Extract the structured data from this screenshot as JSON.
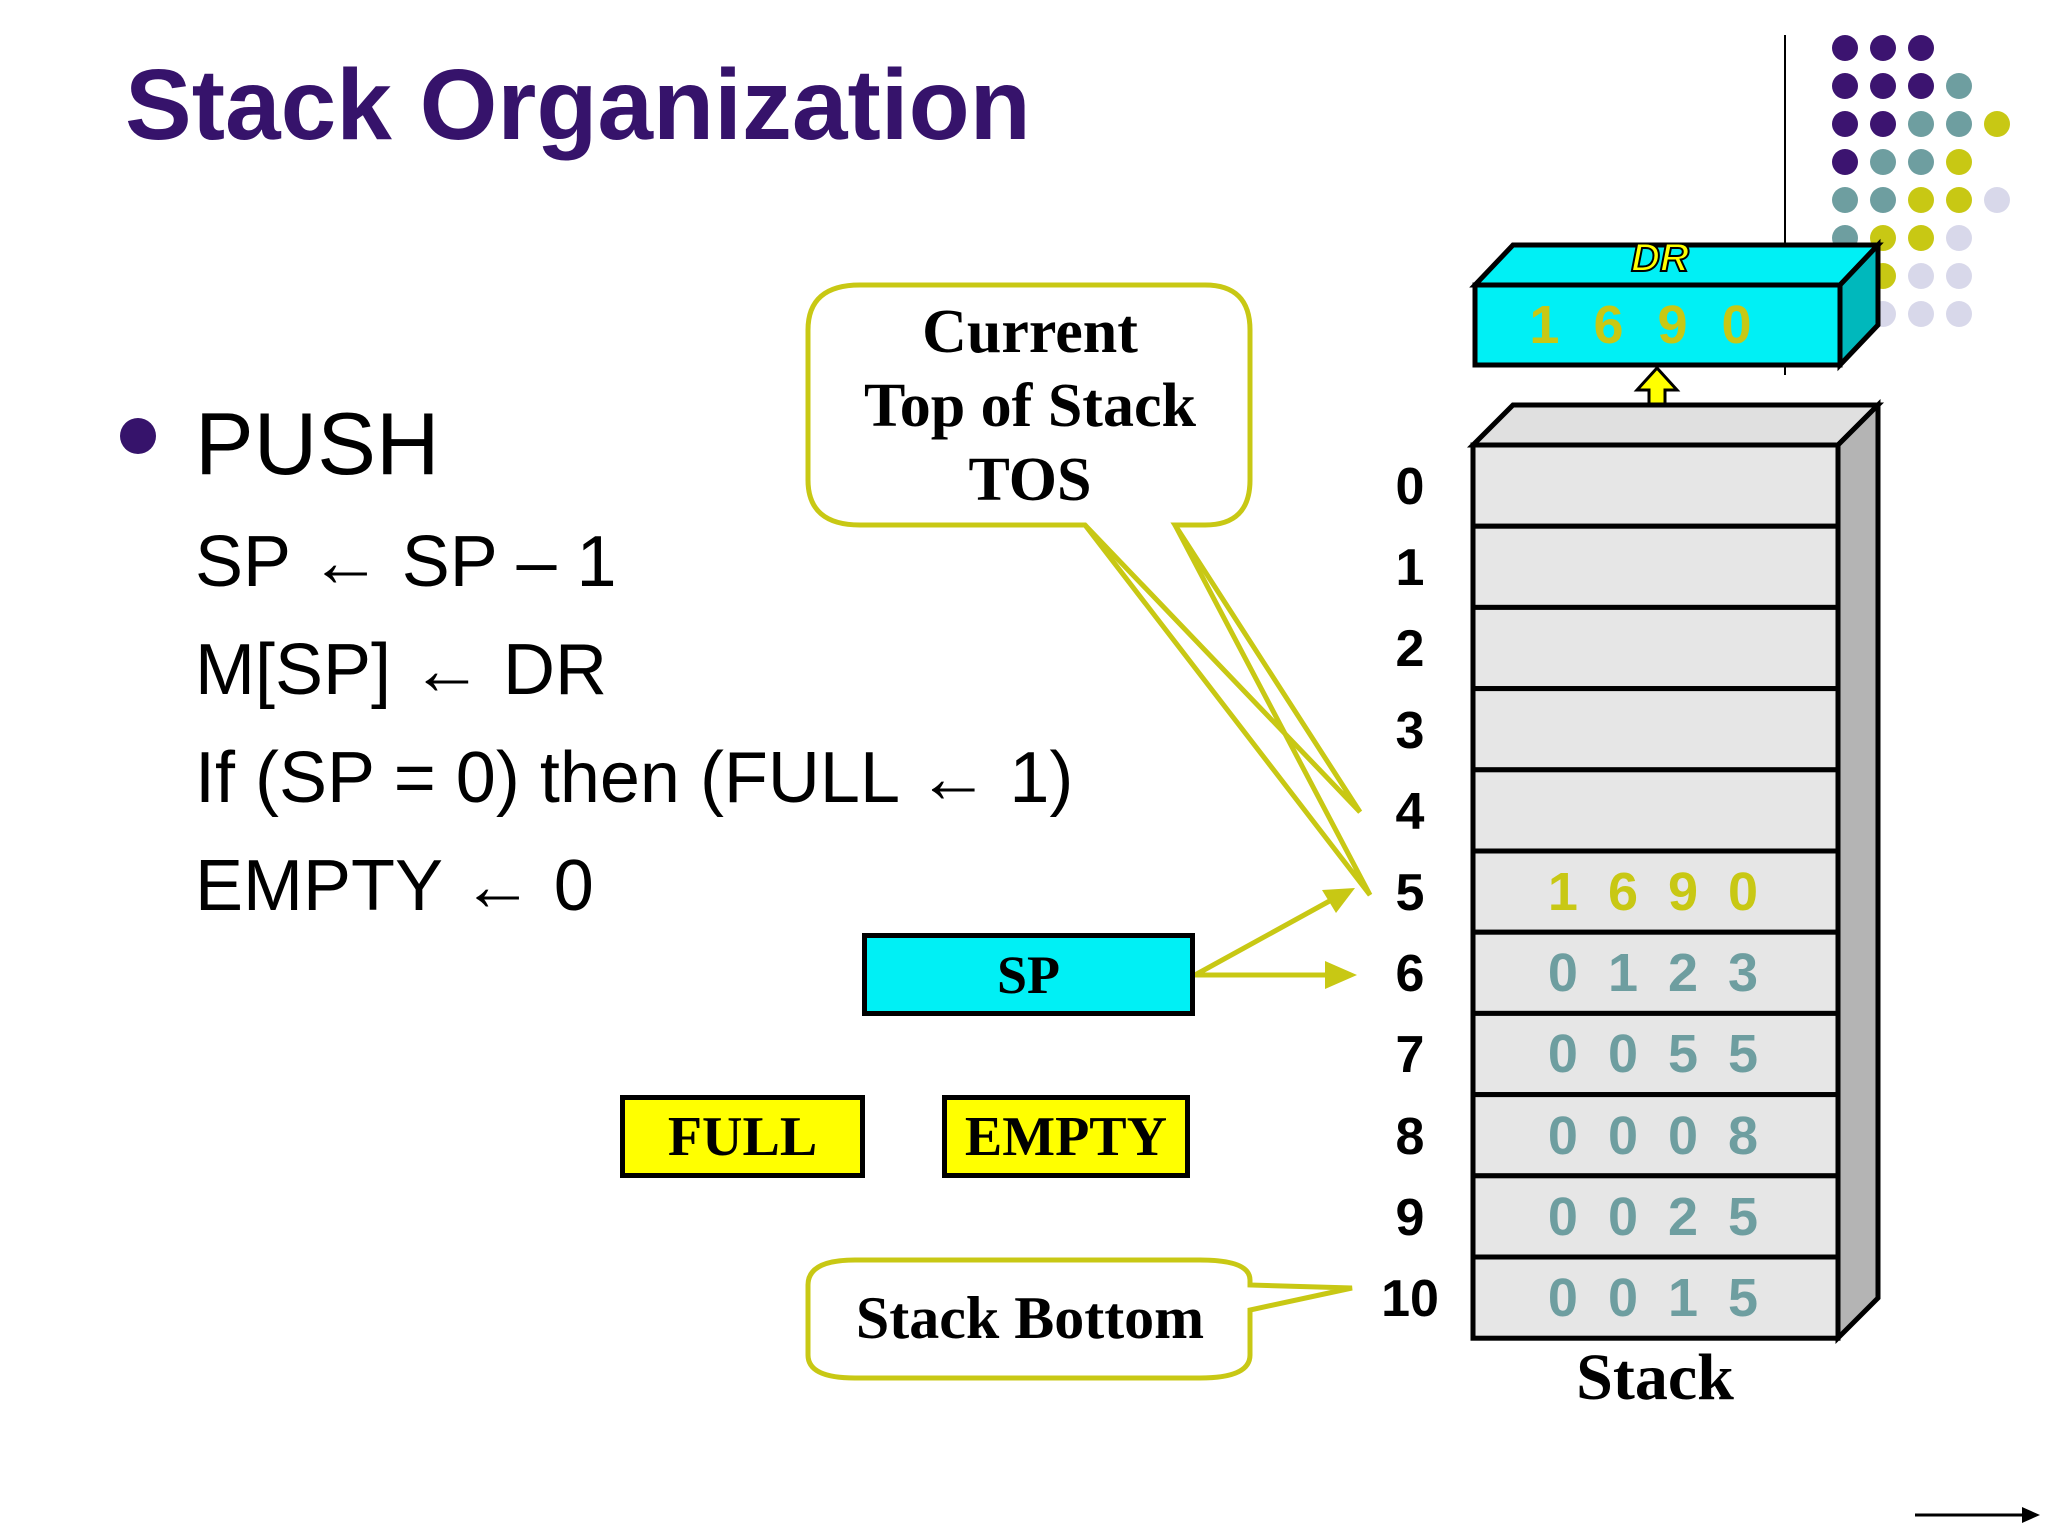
{
  "title": "Stack Organization",
  "bullet": {
    "heading": "PUSH",
    "steps": [
      "SP ← SP – 1",
      "M[SP] ← DR",
      "If (SP = 0) then (FULL ← 1)",
      "EMPTY ← 0"
    ]
  },
  "callouts": {
    "tos": [
      "Current",
      "Top of Stack",
      "TOS"
    ],
    "bottom": "Stack Bottom"
  },
  "registers": {
    "dr_label": "DR",
    "dr_value": "1690",
    "sp_label": "SP",
    "full_label": "FULL",
    "empty_label": "EMPTY"
  },
  "stack": {
    "label": "Stack",
    "addresses": [
      "0",
      "1",
      "2",
      "3",
      "4",
      "5",
      "6",
      "7",
      "8",
      "9",
      "10"
    ],
    "values": [
      "",
      "",
      "",
      "",
      "",
      "1690",
      "0123",
      "0055",
      "0008",
      "0025",
      "0015"
    ]
  },
  "colors": {
    "title": "#36136b",
    "register_fill": "#00f0f5",
    "flag_fill": "#ffff00",
    "arrow": "#c8c814",
    "cell_fill": "#e6e6e6",
    "value_text": "#6e9ea0",
    "top_value_text": "#c8c814"
  }
}
